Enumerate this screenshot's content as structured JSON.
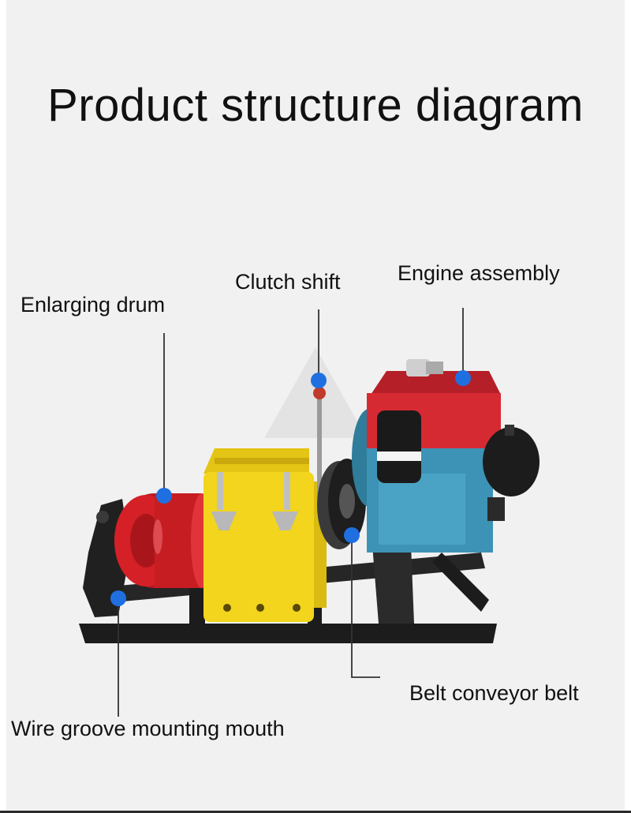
{
  "title": "Product structure diagram",
  "labels": {
    "enlarging_drum": "Enlarging drum",
    "clutch_shift": "Clutch shift",
    "engine_assembly": "Engine assembly",
    "belt_conveyor_belt": "Belt conveyor belt",
    "wire_groove_mounting_mouth": "Wire groove mounting mouth"
  },
  "colors": {
    "marker": "#1f6fe0",
    "drum": "#d42026",
    "gearbox": "#f2d51c",
    "engine_tank": "#d62a33",
    "engine_block": "#3d93b5",
    "frame": "#1c1c1c"
  }
}
